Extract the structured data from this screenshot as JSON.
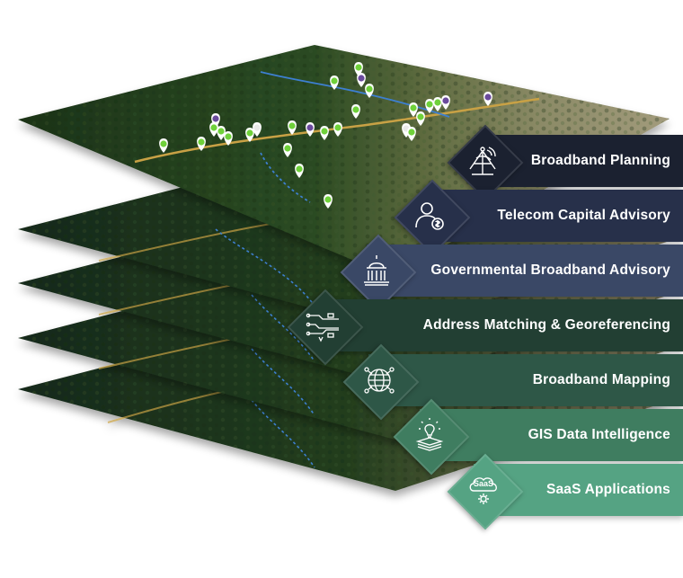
{
  "services": [
    {
      "label": "Broadband Planning",
      "icon": "satellite-dish-icon",
      "color": "#1b2130"
    },
    {
      "label": "Telecom Capital Advisory",
      "icon": "person-dollar-icon",
      "color": "#27304a"
    },
    {
      "label": "Governmental Broadband Advisory",
      "icon": "capitol-building-icon",
      "color": "#3a4866"
    },
    {
      "label": "Address Matching & Georeferencing",
      "icon": "circuit-map-icon",
      "color": "#223f33"
    },
    {
      "label": "Broadband Mapping",
      "icon": "globe-network-icon",
      "color": "#2e5747"
    },
    {
      "label": "GIS Data Intelligence",
      "icon": "lightbulb-layers-icon",
      "color": "#3f7d60"
    },
    {
      "label": "SaaS Applications",
      "icon": "cloud-gear-icon",
      "color": "#55a383",
      "badge": "SaaS"
    }
  ],
  "colors": {
    "forest": "#1f3a1c",
    "field": "#8a8a62",
    "road": "#c8a145",
    "stream": "#3d7fd0",
    "pin_green": "#6fd13a",
    "pin_purple": "#6a4a9c"
  }
}
